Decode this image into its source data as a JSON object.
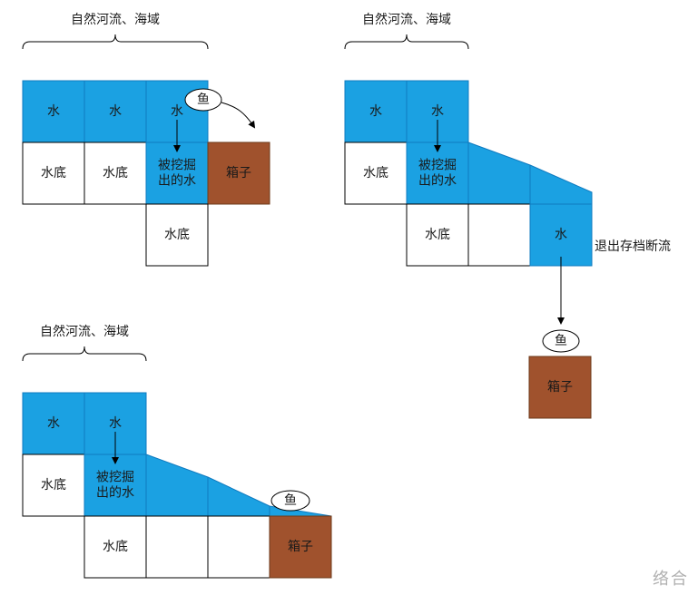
{
  "colors": {
    "water": "#1ba1e2",
    "water_stroke": "#0f7bc0",
    "box": "#a0522d",
    "box_stroke": "#6d3a1a",
    "bed": "#ffffff",
    "bed_stroke": "#000000"
  },
  "watermark": "络合",
  "panels": [
    {
      "id": "panel-1",
      "brace_label": "自然河流、海域",
      "cells": [
        {
          "kind": "water",
          "col": 0,
          "row": 0,
          "label": "水"
        },
        {
          "kind": "water",
          "col": 1,
          "row": 0,
          "label": "水"
        },
        {
          "kind": "water",
          "col": 2,
          "row": 0,
          "label": "水"
        },
        {
          "kind": "bed",
          "col": 0,
          "row": 1,
          "label": "水底"
        },
        {
          "kind": "bed",
          "col": 1,
          "row": 1,
          "label": "水底"
        },
        {
          "kind": "water",
          "col": 2,
          "row": 1,
          "label": "被挖掘\n出的水"
        },
        {
          "kind": "box",
          "col": 3,
          "row": 1,
          "label": "箱子"
        },
        {
          "kind": "bed",
          "col": 2,
          "row": 2,
          "label": "水底"
        }
      ],
      "fish_label": "鱼"
    },
    {
      "id": "panel-2",
      "brace_label": "自然河流、海域",
      "cells": [
        {
          "kind": "water",
          "col": 0,
          "row": 0,
          "label": "水"
        },
        {
          "kind": "water",
          "col": 1,
          "row": 0,
          "label": "水"
        },
        {
          "kind": "bed",
          "col": 0,
          "row": 1,
          "label": "水底"
        },
        {
          "kind": "water",
          "col": 1,
          "row": 1,
          "label": "被挖掘\n出的水"
        },
        {
          "kind": "bed",
          "col": 1,
          "row": 2,
          "label": "水底"
        },
        {
          "kind": "bed",
          "col": 2,
          "row": 2,
          "label": ""
        },
        {
          "kind": "water",
          "col": 3,
          "row": 2,
          "label": "水"
        }
      ],
      "side_note": "退出存档断流",
      "fish_label": "鱼",
      "box_label": "箱子"
    },
    {
      "id": "panel-3",
      "brace_label": "自然河流、海域",
      "cells": [
        {
          "kind": "water",
          "col": 0,
          "row": 0,
          "label": "水"
        },
        {
          "kind": "water",
          "col": 1,
          "row": 0,
          "label": "水"
        },
        {
          "kind": "bed",
          "col": 0,
          "row": 1,
          "label": "水底"
        },
        {
          "kind": "water",
          "col": 1,
          "row": 1,
          "label": "被挖掘\n出的水"
        },
        {
          "kind": "bed",
          "col": 1,
          "row": 2,
          "label": "水底"
        },
        {
          "kind": "bed",
          "col": 2,
          "row": 2,
          "label": ""
        },
        {
          "kind": "bed",
          "col": 3,
          "row": 2,
          "label": ""
        },
        {
          "kind": "box",
          "col": 4,
          "row": 2,
          "label": "箱子"
        }
      ],
      "fish_label": "鱼"
    }
  ]
}
